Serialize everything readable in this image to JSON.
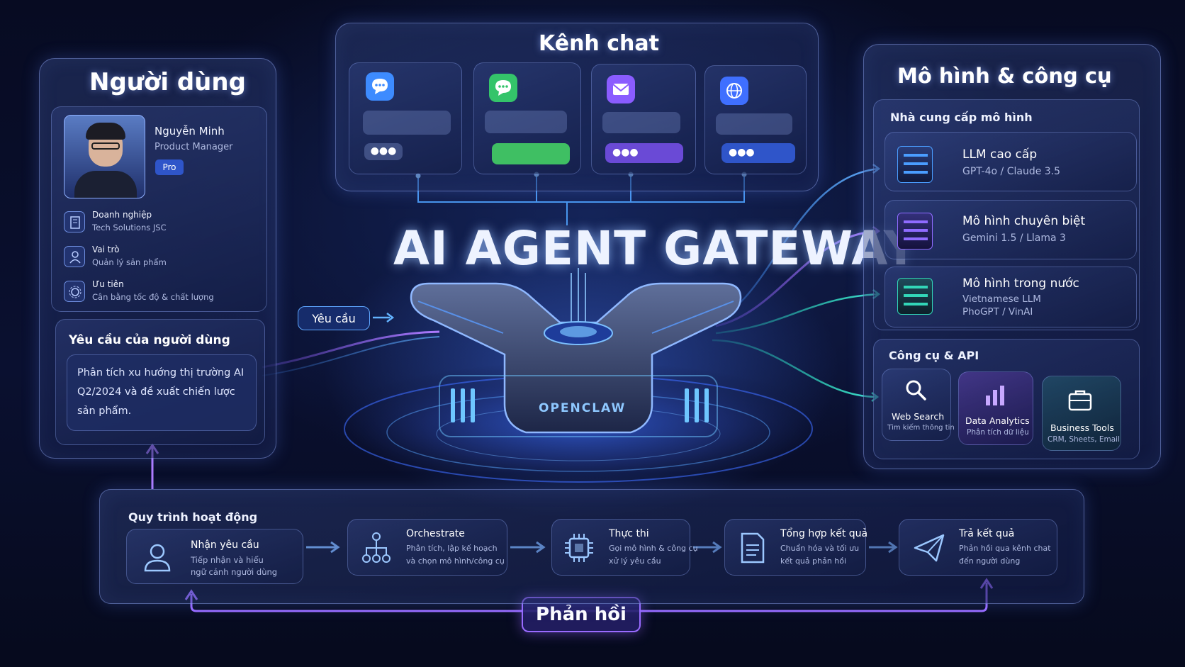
{
  "title": "AI AGENT GATEWAY",
  "center_label": "OPENCLAW",
  "request_tag": "Yêu cầu",
  "feedback_tag": "Phản hồi",
  "user_panel": {
    "title": "Người dùng",
    "name": "Nguyễn Minh",
    "role": "Product Manager",
    "badge": "Pro",
    "rows": [
      {
        "label": "Doanh nghiệp",
        "value": "Tech Solutions JSC",
        "icon": "building-icon"
      },
      {
        "label": "Vai trò",
        "value": "Quản lý sản phẩm",
        "icon": "user-icon"
      },
      {
        "label": "Ưu tiên",
        "value": "Cân bằng tốc độ & chất lượng",
        "icon": "gear-icon"
      }
    ],
    "request_title": "Yêu cầu của người dùng",
    "request_lines": [
      "Phân tích xu hướng thị trường AI",
      "Q2/2024 và đề xuất chiến lược",
      "sản phẩm."
    ]
  },
  "chat_panel": {
    "title": "Kênh chat",
    "channels": [
      {
        "icon": "messenger-icon",
        "color": "#3d8bff"
      },
      {
        "icon": "chat-bubble-icon",
        "color": "#34c46a"
      },
      {
        "icon": "mail-icon",
        "color": "#8a5cff"
      },
      {
        "icon": "globe-icon",
        "color": "#3f6fff"
      }
    ]
  },
  "models_panel": {
    "title": "Mô hình & công cụ",
    "providers_title": "Nhà cung cấp mô hình",
    "models": [
      {
        "name": "LLM cao cấp",
        "lines": [
          "GPT-4o / Claude 3.5"
        ],
        "color": "#4a9dff"
      },
      {
        "name": "Mô hình chuyên biệt",
        "lines": [
          "Gemini 1.5 / Llama 3"
        ],
        "color": "#8f6bff"
      },
      {
        "name": "Mô hình trong nước",
        "lines": [
          "Vietnamese LLM",
          "PhoGPT / VinAI"
        ],
        "color": "#32d6b8"
      }
    ],
    "tools_title": "Công cụ & API",
    "tools": [
      {
        "name": "Web Search",
        "sub": "Tìm kiếm thông tin",
        "icon": "search-icon"
      },
      {
        "name": "Data Analytics",
        "sub": "Phân tích dữ liệu",
        "icon": "bar-chart-icon"
      },
      {
        "name": "Business Tools",
        "sub": "CRM, Sheets, Email",
        "icon": "briefcase-icon"
      }
    ]
  },
  "workflow": {
    "title": "Quy trình hoạt động",
    "steps": [
      {
        "title": "Nhận yêu cầu",
        "lines": [
          "Tiếp nhận và hiểu",
          "ngữ cảnh người dùng"
        ],
        "icon": "user-icon"
      },
      {
        "title": "Orchestrate",
        "lines": [
          "Phân tích, lập kế hoạch",
          "và chọn mô hình/công cụ"
        ],
        "icon": "hierarchy-icon"
      },
      {
        "title": "Thực thi",
        "lines": [
          "Gọi mô hình & công cụ",
          "xử lý yêu cầu"
        ],
        "icon": "chip-icon"
      },
      {
        "title": "Tổng hợp kết quả",
        "lines": [
          "Chuẩn hóa và tối ưu",
          "kết quả phản hồi"
        ],
        "icon": "document-icon"
      },
      {
        "title": "Trả kết quả",
        "lines": [
          "Phản hồi qua kênh chat",
          "đến người dùng"
        ],
        "icon": "send-icon"
      }
    ]
  }
}
